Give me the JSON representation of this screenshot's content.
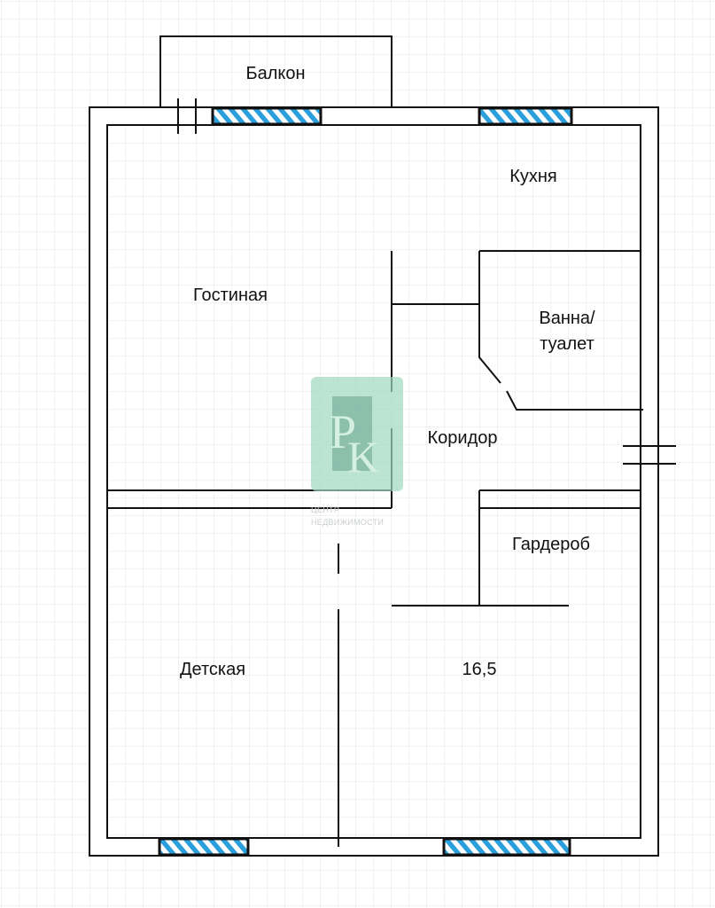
{
  "plan": {
    "rooms": {
      "balcony": "Балкон",
      "kitchen": "Кухня",
      "living_room": "Гостиная",
      "bathroom_line1": "Ванна/",
      "bathroom_line2": "туалет",
      "corridor": "Коридор",
      "wardrobe": "Гардероб",
      "kids_room": "Детская",
      "area": "16,5"
    },
    "watermark": {
      "logo_letters": "РК",
      "line1": "ЦЕНТР",
      "line2": "НЕДВИЖИМОСТИ"
    }
  },
  "colors": {
    "wall": "#111111",
    "window_hatch": "#2a9fdc",
    "grid": "#e4e4e4",
    "watermark": "#9fd9c0"
  }
}
